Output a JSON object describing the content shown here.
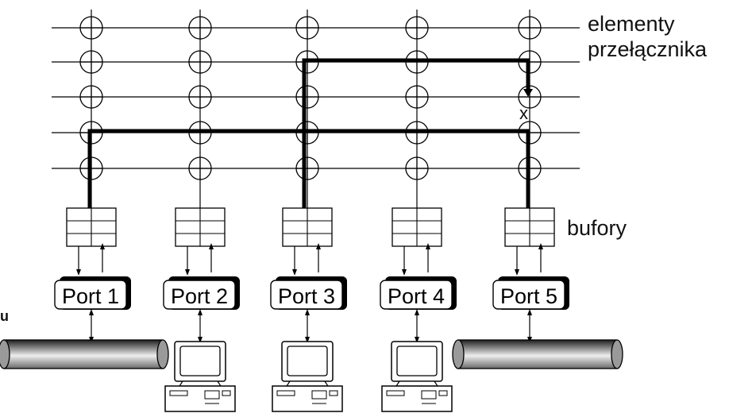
{
  "labels": {
    "switch_elements_line1": "elementy",
    "switch_elements_line2": "przełącznika",
    "buffers": "bufory",
    "crosspoint_marker": "x",
    "left_edge_fragment": "u"
  },
  "ports": [
    {
      "label": "Port 1",
      "device": "bus-cable"
    },
    {
      "label": "Port 2",
      "device": "computer"
    },
    {
      "label": "Port 3",
      "device": "computer"
    },
    {
      "label": "Port 4",
      "device": "computer"
    },
    {
      "label": "Port 5",
      "device": "bus-cable"
    }
  ],
  "crossbar": {
    "rows": 5,
    "columns": 5
  },
  "paths": [
    {
      "from": "Port 3",
      "to": "Port 5"
    },
    {
      "from": "Port 1",
      "to": "Port 5"
    }
  ],
  "colors": {
    "line": "#000000",
    "cable_dark": "#222222",
    "cable_light": "#eeeeee"
  }
}
